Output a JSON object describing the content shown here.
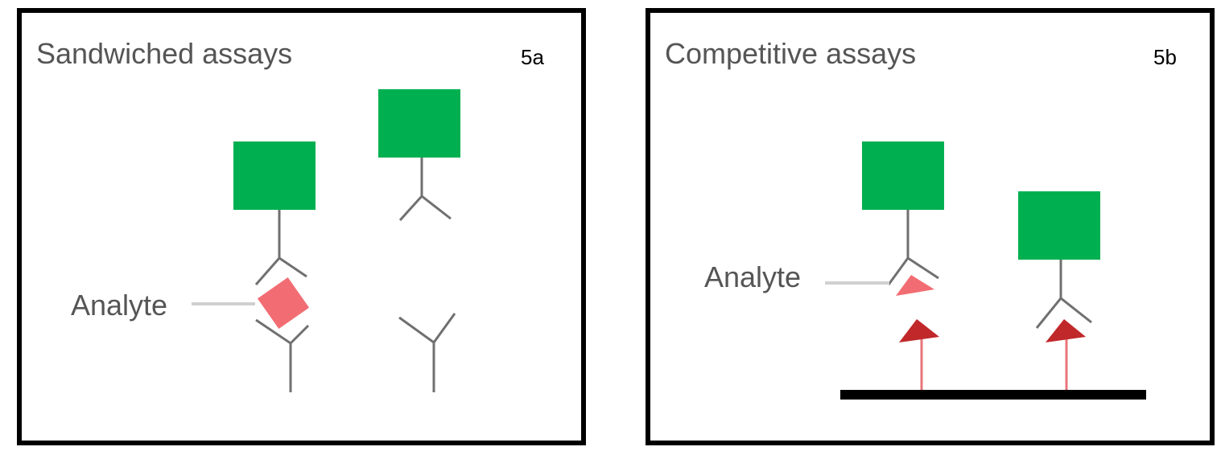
{
  "panels": {
    "a": {
      "title": "Sandwiched assays",
      "figure_label": "5a",
      "analyte_label": "Analyte"
    },
    "b": {
      "title": "Competitive assays",
      "figure_label": "5b",
      "analyte_label": "Analyte"
    }
  },
  "colors": {
    "label_green": "#00b050",
    "antibody_gray": "#707070",
    "analyte_pink": "#f26d73",
    "competitor_red": "#c0282a",
    "tether_pink": "#e8767a",
    "surface_black": "#000000",
    "leader_gray": "#d0d0d0",
    "text_gray": "#555555"
  }
}
